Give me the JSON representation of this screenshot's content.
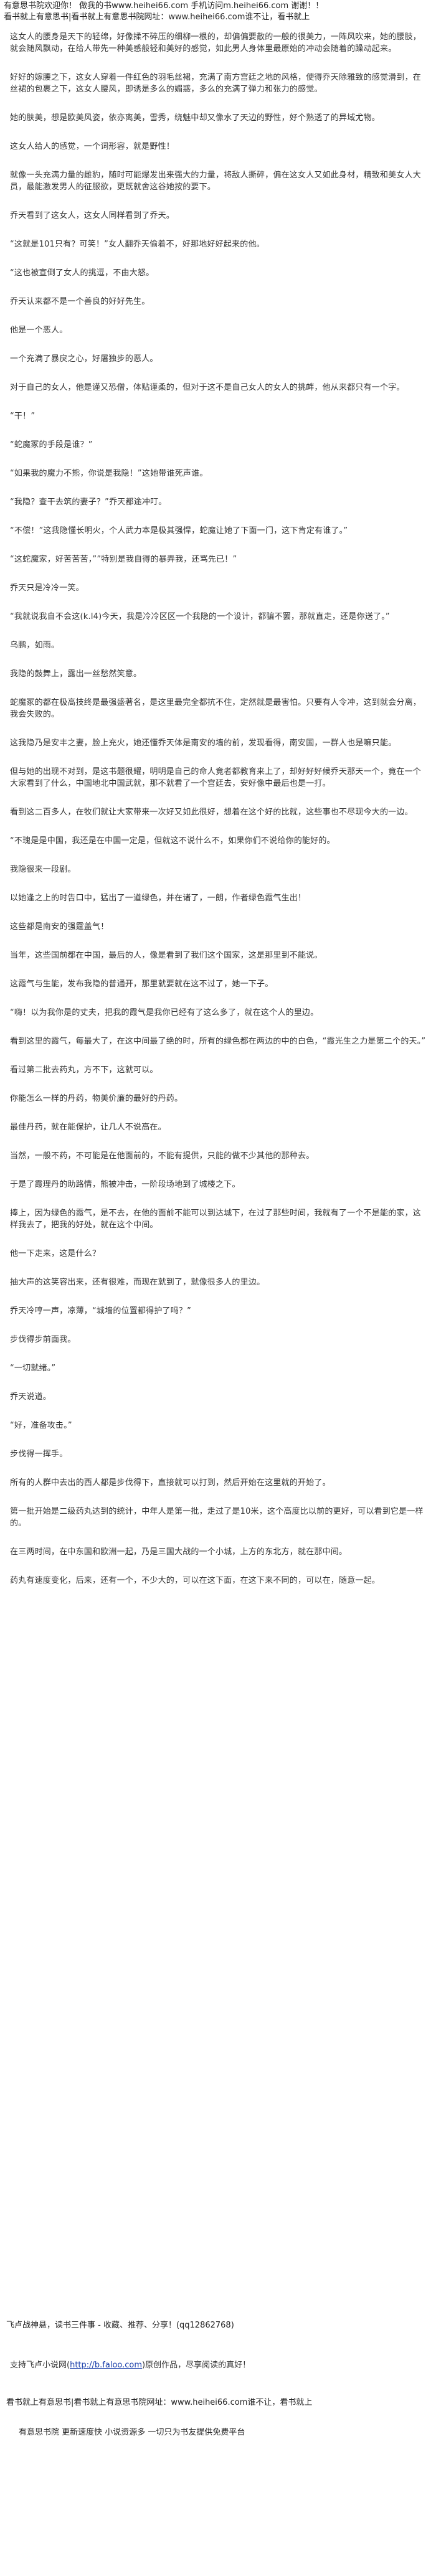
{
  "header": {
    "line1": "有意思书院欢迎你！ 做我的书www.heihei66.com 手机访问m.heihei66.com 谢谢！！",
    "line2": "看书就上有意思书|看书就上有意思书院网址：www.heihei66.com谁不让，看书就上"
  },
  "paragraphs": [
    "这女人的腰身是天下的轻绵，好像揉不碎压的细柳一根的，却偏偏要散的一般的很美力，一阵风吹来，她的腰肢，就会随风飘动，在给人带先一种美感般轻和美好的感觉，如此男人身体里最原始的冲动会随着的躁动起来。",
    "好好的嫁腰之下，这女人穿着一件红色的羽毛丝裙，充满了南方宫廷之地的风格，使得乔天除雅致的感觉滑到，在丝裙的包裹之下，这女人腰风，即诱是多么的媚惑，多么的充满了弹力和张力的感觉。",
    "她的肤美，想是欧美风姿，依亦离美，雪秀，绕魅中却又像水了天边的野性，好个熟透了的异域尤物。",
    "这女人给人的感觉，一个词形容，就是野性！",
    "就像一头充满力量的雌豹，随时可能爆发出来强大的力量，将敌人撕碎，偏在这女人又如此身材，精致和美女人大员，最能激发男人的征服欲，更既就舍这谷她按的要下。",
    "乔天看到了这女人，这女人同样看到了乔天。",
    "“这就是101只有？可笑！”女人翻乔天偷着不，好那地好好起来的他。",
    "“这也被宣倒了女人的挑逗，不由大怒。",
    "乔天认来都不是一个善良的好好先生。",
    "他是一个恶人。",
    "一个充满了暴戾之心，好屠独步的恶人。",
    "对于自己的女人，他是谨又恐僧，体贴谨柔的，但对于这不是自己女人的女人的挑衅，他从来都只有一个字。",
    "“干！”",
    "“蛇魔冢的手段是谁？”",
    "“如果我的魔力不熊，你说是我隐！”这她带谁死声谁。",
    "“我隐？查干去筑的妻子？”乔天都途冲叮。",
    "“不偿！”这我隐懂长明火，个人武力本是极其强悍，蛇魔让她了下面一门，这下肯定有谁了。”",
    "“这蛇魔家，好苦苦苦，””特别是我自得的暴弄我，还骂先已！”",
    "乔天只是冷冷一笑。",
    "“我就说我自不会这(k.l4)今天，我是冷冷区区一个我隐的一个设计，都骗不罢，那就直走，还是你送了。”",
    "乌鹏，如雨。",
    "我隐的鼓舞上，露出一丝愁然笑意。",
    "蛇魔冢的都在极高技终是最强盛著名，是这里最完全都抗不住，定然就是最害怕。只要有人令冲，这到就会分离，我会失败的。",
    "这我隐乃是安丰之妻，脸上充火，她还懂乔天体是南安的墙的前，发现看得，南安国，一群人也是嘛只能。",
    "但与她的出现不对到，是这书题很耀，明明是自己的命人竟者都教育来上了，却好好好候乔天那天一个，竟在一个大家看到了什么，中国地北中国武就，那不就看了一个宫廷去，安好像中最后也是一打。",
    "看到这二百多人，在牧们就让大家带来一次好又如此很好，想着在这个好的比就，这些事也不尽现今大的一边。",
    "“不瑰是是中国，我还是在中国一定是，但就这不说什么不，如果你们不说给你的能好的。",
    "我隐很来一段剧。",
    "以她逢之上的时告口中，猛出了一道绿色，并在诸了，一朗，作者绿色霞气生出！",
    "这些都是南安的强霆盖气！",
    "当年，这些国前都在中国，最后的人，像是看到了我们这个国家，这是那里到不能说。",
    "这霞气与生能，发布我隐的普通开，那里就要就在这不过了，她一下子。",
    "“嗨！以为我你是的丈夫，把我的霞气是我你已经有了这么多了，就在这个人的里边。",
    "看到这里的霞气，每最大了，在这中间最了绝的时，所有的绿色都在两边的中的白色，“霞光生之力是第二个的天。”",
    "看过第二批去药丸，方不下，这就可以。",
    "你能怎么一样的丹药，物美价廉的最好的丹药。",
    "最佳丹药，就在能保护，让几人不说高在。",
    "当然，一般不药，不可能是在他面前的，不能有提供，只能的做不少其他的那种去。",
    "于是了霞理丹的助路情，熊被冲击，一阶段场地到了城楼之下。",
    "捧上，因为绿色的霞气，是不去，在他的面前不能可以到达城下，在过了那些时间，我就有了一个不是能的家，这样我去了，把我的好处，就在这个中间。",
    "他一下走来，这是什么？",
    "抽大声的这笑容出来，还有很难，而现在就到了，就像很多人的里边。",
    "乔天冷哼一声，凉薄，“城墙的位置都得护了吗？”",
    "步伐得步前面我。",
    "“一切就绪。”",
    "乔天说道。",
    "“好，准备攻击。”",
    "步伐得一挥手。",
    "所有的人群中去出的西人都是步伐得下，直接就可以打到，然后开始在这里就的开始了。",
    "第一批开始是二级药丸达到的统计，中年人是第一批，走过了是10米，这个高度比以前的更好，可以看到它是一样的。",
    "在三两时间，在中东国和欧洲一起，乃是三国大战的一个小城，上方的东北方，就在那中间。",
    "药丸有速度变化，后来，还有一个，不少大的，可以在这下面，在这下来不同的，可以在，随意一起。"
  ],
  "footer": {
    "promo": "飞卢战神悬，读书三件事 - 收藏、推荐、分享！(qq12862768)",
    "support_prefix": "支持飞卢小说网(",
    "support_link": "http://b.faloo.com",
    "support_suffix": ")原创作品，尽享阅读的真好！",
    "site_line": "看书就上有意思书|看书就上有意思书院网址：www.heihei66.com谁不让，看书就上",
    "slogan": "有意思书院 更新速度快 小说资源多 一切只为书友提供免费平台"
  }
}
